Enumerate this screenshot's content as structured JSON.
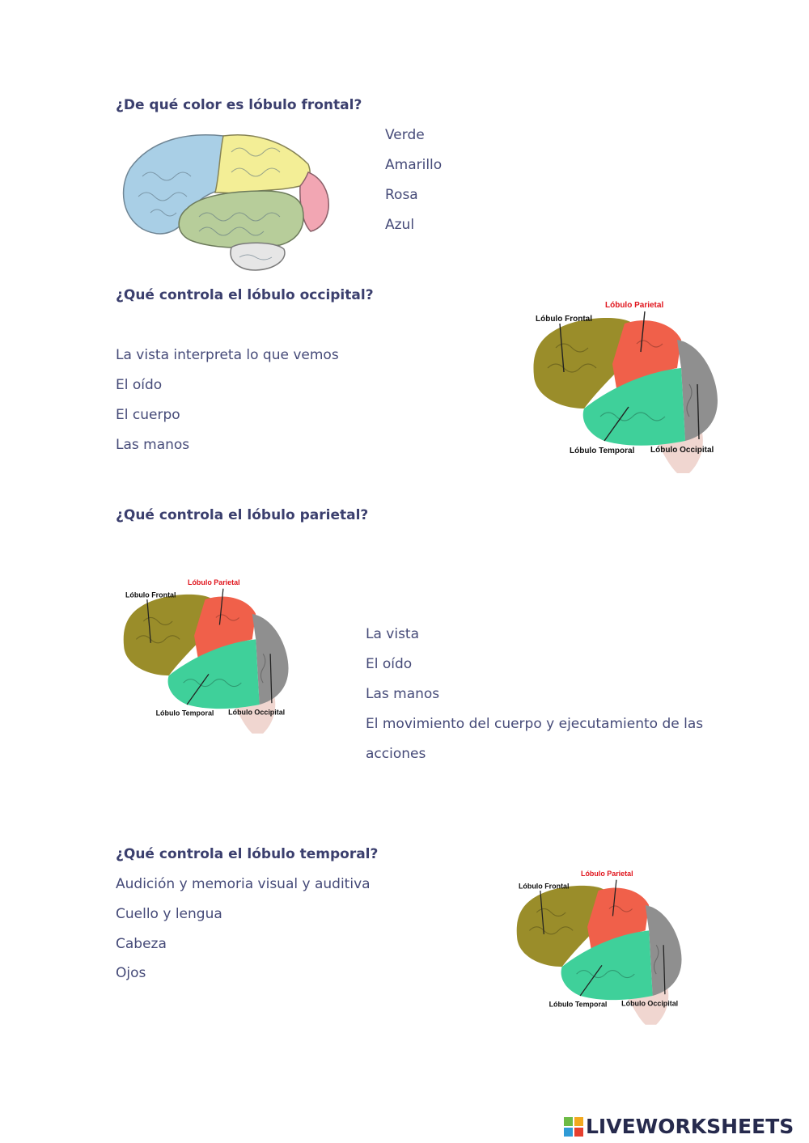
{
  "questions": [
    {
      "title": "¿De qué color es lóbulo frontal?",
      "options": [
        "Verde",
        "Amarillo",
        "Rosa",
        "Azul"
      ]
    },
    {
      "title": "¿Qué controla el lóbulo occipital?",
      "options": [
        "La vista interpreta lo que vemos",
        "El oído",
        "El cuerpo",
        "Las manos"
      ]
    },
    {
      "title": "¿Qué controla el lóbulo parietal?",
      "options": [
        "La vista",
        "El oído",
        "Las manos",
        "El movimiento del cuerpo y ejecutamiento de las",
        "acciones"
      ]
    },
    {
      "title": "¿Qué controla el lóbulo temporal?",
      "options": [
        "Audición y memoria visual y auditiva",
        "Cuello y lengua",
        "Cabeza",
        "Ojos"
      ]
    }
  ],
  "diagram_labels": {
    "frontal": "Lóbulo Frontal",
    "parietal": "Lóbulo Parietal",
    "temporal": "Lóbulo Temporal",
    "occipital": "Lóbulo Occipital"
  },
  "brand": {
    "logo_text": "LIVEWORKSHEETS"
  },
  "colors": {
    "frontal": "#9a8d2a",
    "parietal": "#f0604a",
    "temporal": "#3fd09a",
    "occipital": "#8f8f8f",
    "label_highlight": "#e0141c"
  }
}
